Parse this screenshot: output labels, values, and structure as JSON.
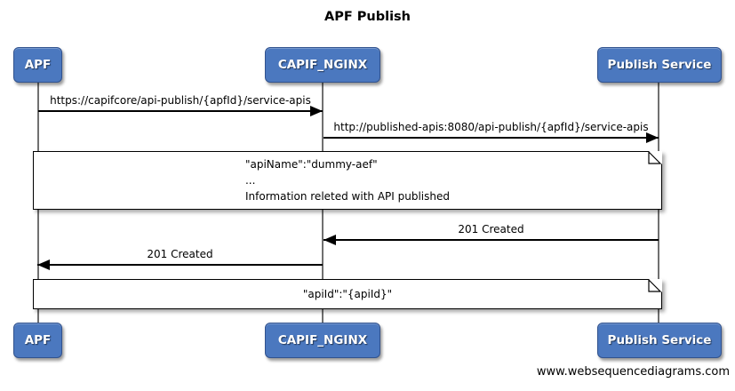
{
  "title": "APF Publish",
  "footer": "www.websequencediagrams.com",
  "actors": [
    {
      "name": "APF"
    },
    {
      "name": "CAPIF_NGINX"
    },
    {
      "name": "Publish Service"
    }
  ],
  "messages": [
    {
      "label": "https://capifcore/api-publish/{apfId}/service-apis",
      "from": "APF",
      "to": "CAPIF_NGINX",
      "direction": "right"
    },
    {
      "label": "http://published-apis:8080/api-publish/{apfId}/service-apis",
      "from": "CAPIF_NGINX",
      "to": "Publish Service",
      "direction": "right"
    },
    {
      "label": "201 Created",
      "from": "Publish Service",
      "to": "CAPIF_NGINX",
      "direction": "left"
    },
    {
      "label": "201 Created",
      "from": "CAPIF_NGINX",
      "to": "APF",
      "direction": "left"
    }
  ],
  "notes": [
    {
      "lines": [
        "\"apiName\":\"dummy-aef\"",
        "...",
        "Information releted with API published"
      ]
    },
    {
      "lines": [
        "\"apiId\":\"{apiId}\""
      ]
    }
  ],
  "colors": {
    "background": "#ffffff",
    "actor_fill": "#4b78bf",
    "actor_border": "#31528e",
    "actor_text": "#ffffff",
    "message_line": "#000000",
    "lifeline": "#707070",
    "note_fill": "#ffffff",
    "note_border": "#000000",
    "text": "#000000"
  }
}
